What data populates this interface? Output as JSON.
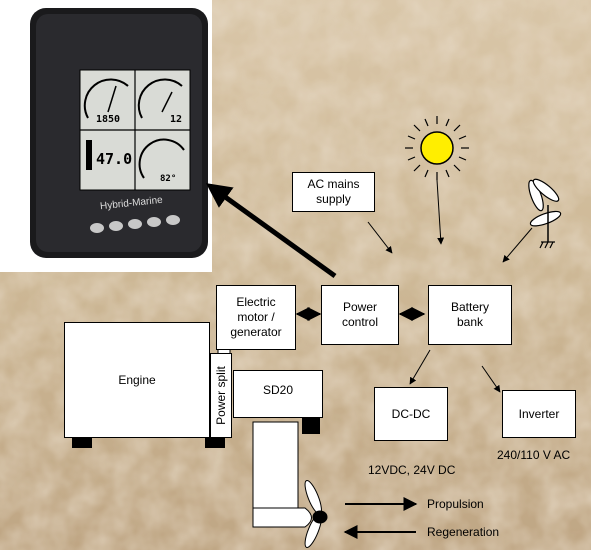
{
  "display": {
    "brand": "Hybrid-Marine",
    "readout_left": "1850",
    "readout_right": "12",
    "readout_big": "47.0",
    "readout_small": "82°"
  },
  "boxes": {
    "ac_mains": "AC mains\nsupply",
    "electric_motor": "Electric\nmotor /\ngenerator",
    "power_control": "Power\ncontrol",
    "battery_bank": "Battery\nbank",
    "engine": "Engine",
    "power_split": "Power split",
    "sd20": "SD20",
    "dc_dc": "DC-DC",
    "inverter": "Inverter"
  },
  "labels": {
    "dc_output": "12VDC, 24V DC",
    "ac_output": "240/110 V AC",
    "propulsion": "Propulsion",
    "regeneration": "Regeneration"
  },
  "colors": {
    "sun": "#ffee00",
    "display_body": "#1a1a1c",
    "display_screen": "#d9dbd6",
    "background": "#cbb596"
  },
  "icons": [
    "sun-icon",
    "wind-turbine-icon",
    "propeller-icon"
  ]
}
